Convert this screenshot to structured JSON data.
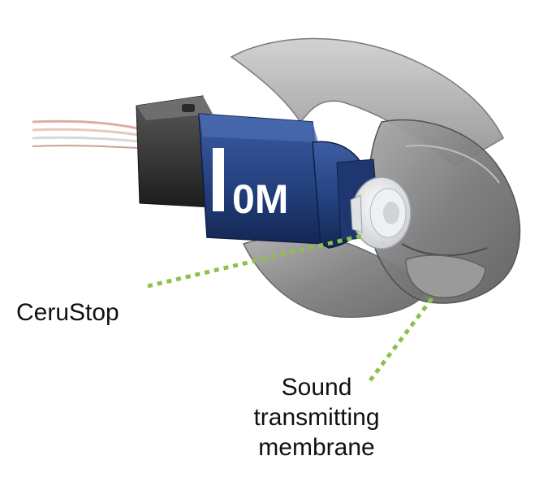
{
  "device": {
    "model_marking": "0M",
    "colors": {
      "receiver_body": "#24417f",
      "shell": "#8a8a8a",
      "cerustop": "#e6e8ea",
      "annotation_line": "#8cc04a"
    }
  },
  "annotations": [
    {
      "id": "cerustop",
      "lines": [
        "CeruStop"
      ]
    },
    {
      "id": "membrane",
      "lines": [
        "Sound",
        "transmitting",
        "membrane"
      ]
    }
  ]
}
